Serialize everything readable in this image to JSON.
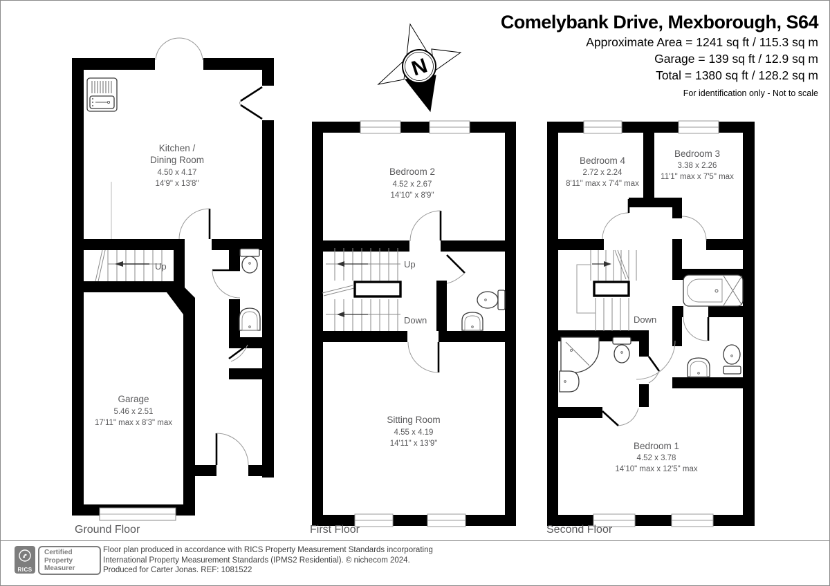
{
  "header": {
    "title": "Comelybank Drive, Mexborough, S64",
    "area_lines": [
      "Approximate Area = 1241 sq ft / 115.3 sq m",
      "Garage = 139 sq ft / 12.9 sq m",
      "Total = 1380 sq ft / 128.2 sq m"
    ],
    "disclaimer": "For identification only - Not to scale",
    "compass_letter": "N"
  },
  "floors": {
    "ground": {
      "label": "Ground Floor",
      "kitchen": {
        "line1": "Kitchen /",
        "line2": "Dining Room",
        "metric": "4.50 x 4.17",
        "imperial": "14'9\" x 13'8\""
      },
      "garage": {
        "name": "Garage",
        "metric": "5.46 x 2.51",
        "imperial": "17'11\" max x 8'3\" max"
      },
      "up": "Up"
    },
    "first": {
      "label": "First Floor",
      "bedroom2": {
        "name": "Bedroom 2",
        "metric": "4.52 x 2.67",
        "imperial": "14'10\" x 8'9\""
      },
      "sitting": {
        "name": "Sitting Room",
        "metric": "4.55 x 4.19",
        "imperial": "14'11\" x 13'9\""
      },
      "up": "Up",
      "down": "Down"
    },
    "second": {
      "label": "Second Floor",
      "bedroom4": {
        "name": "Bedroom 4",
        "metric": "2.72 x 2.24",
        "imperial": "8'11\" max x 7'4\" max"
      },
      "bedroom3": {
        "name": "Bedroom 3",
        "metric": "3.38 x 2.26",
        "imperial": "11'1\" max x 7'5\" max"
      },
      "bedroom1": {
        "name": "Bedroom 1",
        "metric": "4.52 x 3.78",
        "imperial": "14'10\" max x 12'5\" max"
      },
      "down": "Down"
    }
  },
  "footer": {
    "rics": "RICS",
    "badge_lines": [
      "Certified",
      "Property",
      "Measurer"
    ],
    "lines": [
      "Floor plan produced in accordance with RICS Property Measurement Standards incorporating",
      "International Property Measurement Standards (IPMS2 Residential).  © nichecom 2024.",
      "Produced for Carter Jonas.   REF:  1081522"
    ]
  }
}
